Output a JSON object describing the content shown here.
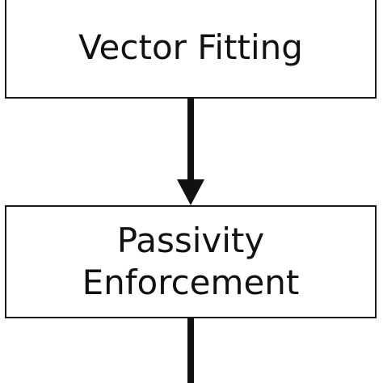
{
  "diagram": {
    "nodes": [
      {
        "id": "vector-fitting",
        "lines": [
          "Vector Fitting"
        ]
      },
      {
        "id": "passivity-enforcement",
        "lines": [
          "Passivity",
          "Enforcement"
        ]
      }
    ],
    "edges": [
      {
        "from": "vector-fitting",
        "to": "passivity-enforcement",
        "arrow": true
      },
      {
        "from": "passivity-enforcement",
        "to": "next-step-offscreen",
        "arrow": false
      }
    ],
    "colors": {
      "stroke": "#1a1a1a",
      "fill": "#ffffff",
      "text": "#111111"
    }
  }
}
